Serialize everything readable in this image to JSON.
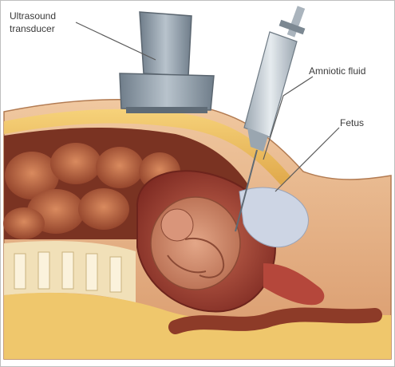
{
  "labels": {
    "transducer_line1": "Ultrasound",
    "transducer_line2": "transducer",
    "amniotic_fluid": "Amniotic fluid",
    "fetus": "Fetus"
  },
  "colors": {
    "skin": "#e8b487",
    "fat": "#f2c15e",
    "intestine": "#b8603f",
    "uterus": "#a8423a",
    "fluid": "#cfd6e6",
    "transducer": "#8e9aa6",
    "syringe": "#c4ccd4"
  }
}
